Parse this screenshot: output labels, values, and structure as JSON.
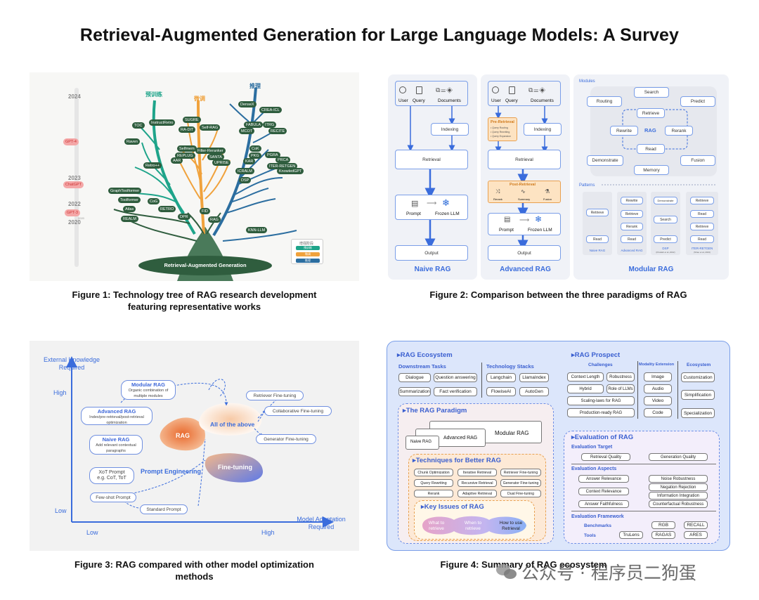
{
  "title": "Retrieval-Augmented Generation for Large Language Models: A Survey",
  "captions": {
    "fig1_line1": "Figure 1: Technology tree of RAG research development",
    "fig1_line2": "featuring representative works",
    "fig2": "Figure 2: Comparison between the three paradigms of RAG",
    "fig3_line1": "Figure 3: RAG compared with other model optimization",
    "fig3_line2": "methods",
    "fig4": "Figure 4: Summary of RAG ecosystem"
  },
  "watermark": "公众号 · 程序员二狗蛋",
  "fig1": {
    "years": [
      "2024",
      "2023",
      "2022",
      "2020"
    ],
    "milestones": [
      "GPT-4",
      "ChatGPT",
      "GPT-3"
    ],
    "milestone_sub": "2020",
    "branches": [
      "预训练",
      "微调",
      "推理"
    ],
    "trunk_label": "Retrieval-Augmented Generation",
    "legend_title": "增强阶段",
    "legend_items": [
      "预训练",
      "微调",
      "推理"
    ],
    "legend_colors": [
      "#1ea48a",
      "#f0a23c",
      "#2c6ea0"
    ],
    "works_left": [
      "TOC",
      "InstructRetro",
      "Raven",
      "Retro++",
      "GraphToolformer",
      "Toolformer",
      "CoG",
      "Atlas",
      "RETRO",
      "REALM"
    ],
    "works_mid": [
      "SUGRE",
      "RA-DIT",
      "Self-RAG",
      "Selfmem",
      "REPLUG",
      "Filter-Reranker",
      "AAR",
      "SANTA",
      "UPRISE",
      "DPR",
      "FID",
      "RAG"
    ],
    "works_right": [
      "DenseX",
      "CREA-ICL",
      "FABULA",
      "ITRG",
      "MCOT",
      "RECITE",
      "CoK",
      "PKG",
      "PGRA",
      "KAR",
      "PRCA",
      "ITER-RETGEN",
      "ICRALM",
      "KnowledGPT",
      "DSP",
      "KNN-LLM"
    ]
  },
  "fig2": {
    "naive": {
      "title": "Naive RAG",
      "user": "User",
      "query": "Query",
      "documents": "Documents",
      "indexing": "Indexing",
      "retrieval": "Retrieval",
      "prompt": "Prompt",
      "frozen": "Frozen LLM",
      "output": "Output"
    },
    "advanced": {
      "title": "Advanced RAG",
      "user": "User",
      "query": "Query",
      "documents": "Documents",
      "pre_title": "Pre-Retrieval",
      "pre_items": [
        "• Query Routing",
        "• Query Rewriting",
        "• Query Expansion"
      ],
      "indexing": "Indexing",
      "retrieval": "Retrieval",
      "post_title": "Post-Retrieval",
      "post_items": [
        "Rerank",
        "Summary",
        "Fusion"
      ],
      "prompt": "Prompt",
      "frozen": "Frozen LLM",
      "output": "Output"
    },
    "modular": {
      "title": "Modular RAG",
      "modules_label": "Modules",
      "modules": [
        "Search",
        "Routing",
        "Predict",
        "Retrieve",
        "Rewrite",
        "RAG",
        "Rerank",
        "Read",
        "Demonstrate",
        "Fusion",
        "Memory"
      ],
      "patterns_label": "Patterns",
      "pattern_names": [
        "Naive RAG",
        "Advanced RAG",
        "DSP",
        "ITER-RETGEN"
      ],
      "pattern_refs": [
        "(Khattab et al.,2022)",
        "(Shao et al.,2023)"
      ],
      "col1": [
        "Retrieve",
        "Read"
      ],
      "col2": [
        "Rewrite",
        "Retrieve",
        "Rerank",
        "Read"
      ],
      "col3": [
        "Demonstrate",
        "Search",
        "Predict"
      ],
      "col4": [
        "Retrieve",
        "Read",
        "Retrieve",
        "Read"
      ]
    }
  },
  "fig3": {
    "y_axis": [
      "External Knowledge",
      "Required"
    ],
    "x_axis": [
      "Model Adaptation",
      "Required"
    ],
    "y_high": "High",
    "y_low": "Low",
    "x_low": "Low",
    "x_high": "High",
    "modular_title": "Modular RAG",
    "modular_desc": [
      "Organic combination of",
      "multiple modules"
    ],
    "advanced_title": "Advanced RAG",
    "advanced_desc": [
      "Index/pre-retrieval/post-retrieval",
      "optimization"
    ],
    "naive_title": "Naive RAG",
    "naive_desc": [
      "Add relevant contextual",
      "paragraphs"
    ],
    "xot": [
      "XoT Prompt",
      "e.g. CoT, ToT"
    ],
    "fewshot": "Few-shot Prompt",
    "standard": "Standard Prompt",
    "rag": "RAG",
    "prompt_eng": "Prompt Engineering",
    "finetuning": "Fine-tuning",
    "all_above": "All of the above",
    "retriever_ft": "Retriever Fine-tuning",
    "collab_ft": "Collaborative Fine-tuning",
    "generator_ft": "Generator Fine-tuning"
  },
  "fig4": {
    "ecosystem": "RAG Ecosystem",
    "downstream": "Downstream Tasks",
    "tasks": [
      "Dialogue",
      "Question answering",
      "Summarization",
      "Fact verification"
    ],
    "tech_stacks": "Technology Stacks",
    "stacks": [
      "Langchain",
      "LlamaIndex",
      "FlowiseAI",
      "AutoGen"
    ],
    "prospect": "RAG Prospect",
    "challenges": "Challenges",
    "challenge_items": [
      "Context Length",
      "Robustness",
      "Hybrid",
      "Role of LLMs",
      "Scaling-laws for RAG",
      "Production-ready RAG"
    ],
    "modality": "Modality Extension",
    "modality_items": [
      "Image",
      "Audio",
      "Video",
      "Code"
    ],
    "eco": "Ecosystem",
    "eco_items": [
      "Customization",
      "Simplification",
      "Specialization"
    ],
    "paradigm": "The RAG Paradigm",
    "paradigm_items": [
      "Modular RAG",
      "Advanced RAG",
      "Naive RAG"
    ],
    "techniques": "Techniques for Better RAG",
    "tech_items": [
      "Chunk Optimization",
      "Iterative Retrieval",
      "Retriever Fine-tuning",
      "Query Rewriting",
      "Recursive Retrieval",
      "Generator Fine-tuning",
      "Rerank",
      "Adaptive Retrieval",
      "Dual Fine-tuning"
    ],
    "key_issues": "Key Issues of RAG",
    "issues": [
      [
        "What to",
        "retrieve"
      ],
      [
        "When to",
        "retrieve"
      ],
      [
        "How to use",
        "Retrieval"
      ]
    ],
    "evaluation": "Evaluation of RAG",
    "eval_target": "Evaluation Target",
    "targets": [
      "Retrieval Quality",
      "Generation Quality"
    ],
    "eval_aspects": "Evaluation Aspects",
    "aspects": [
      "Answer Relevance",
      "Noise Robustness",
      "Context Relevance",
      "Negation Rejection",
      "Information Integration",
      "Answer Faithfulness",
      "Counterfactual Robustness"
    ],
    "eval_framework": "Evaluation Framework",
    "benchmarks": "Benchmarks",
    "bench_items": [
      "RGB",
      "RECALL"
    ],
    "tools": "Tools",
    "tool_items": [
      "TruLens",
      "RAGAS",
      "ARES"
    ]
  }
}
